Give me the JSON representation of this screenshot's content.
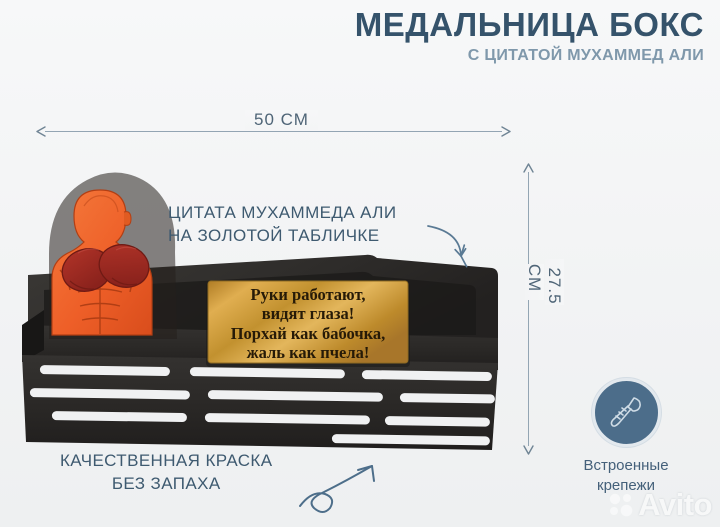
{
  "header": {
    "title": "МЕДАЛЬНИЦА БОКС",
    "subtitle": "С ЦИТАТОЙ МУХАММЕД АЛИ",
    "title_color": "#35536b",
    "subtitle_color": "#7f98ab"
  },
  "dimensions": {
    "width_label": "50 СМ",
    "height_label": "27.5 СМ",
    "line_color": "#93a5b3"
  },
  "annotations": {
    "plaque": "ЦИТАТА МУХАММЕДА АЛИ\nНА ЗОЛОТОЙ ТАБЛИЧКЕ",
    "paint": "КАЧЕСТВЕННАЯ КРАСКА\nБЕЗ ЗАПАХА",
    "text_color": "#3e5a70"
  },
  "plaque": {
    "lines": [
      "Руки работают,",
      "видят глаза!",
      "Порхай как бабочка,",
      "жаль как пчела!"
    ],
    "gold_color": "#c89134",
    "text_color": "#2a1c08"
  },
  "badge": {
    "icon": "screw-icon",
    "label": "Встроенные\nкрепежи",
    "circle_color": "#4c6d8a",
    "ring_color": "#e3e9ee",
    "label_color": "#44607a"
  },
  "product": {
    "body_color": "#2c2a28",
    "figure_color": "#f0602c",
    "glove_color": "#9e2b22",
    "name": "medal-hanger-boxing"
  },
  "watermark": {
    "text": "Avito"
  }
}
